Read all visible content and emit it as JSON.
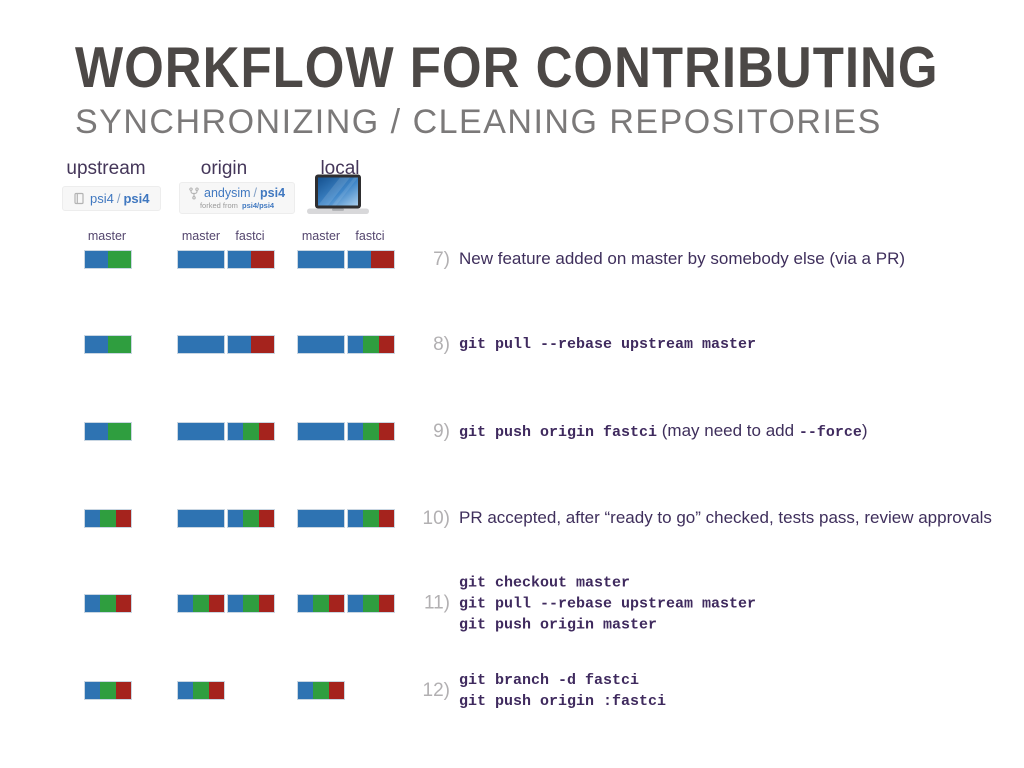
{
  "slide": {
    "title": "WORKFLOW FOR CONTRIBUTING",
    "subtitle": "SYNCHRONIZING / CLEANING REPOSITORIES"
  },
  "columns": [
    {
      "id": "upstream",
      "label": "upstream"
    },
    {
      "id": "origin",
      "label": "origin"
    },
    {
      "id": "local",
      "label": "local"
    }
  ],
  "repo_badges": {
    "upstream": {
      "icon": "repo-icon",
      "owner": "psi4",
      "separator": "/",
      "name": "psi4"
    },
    "origin": {
      "icon": "fork-icon",
      "owner": "andysim",
      "separator": "/",
      "name": "psi4",
      "forked_from_label": "forked from",
      "forked_from_repo": "psi4/psi4"
    },
    "local": {
      "icon": "laptop-icon"
    }
  },
  "branch_labels": [
    {
      "column": "upstream",
      "branch": "master"
    },
    {
      "column": "origin",
      "branch": "master"
    },
    {
      "column": "origin",
      "branch": "fastci"
    },
    {
      "column": "local",
      "branch": "master"
    },
    {
      "column": "local",
      "branch": "fastci"
    }
  ],
  "colors": {
    "blue": "#2e73b2",
    "green": "#2f9e3f",
    "red": "#a5231d",
    "link_blue": "#4078c0",
    "text_purple": "#3f2f5c",
    "step_number_gray": "#b2b0b2",
    "title_gray": "#4c4846",
    "subtitle_gray": "#7b7979"
  },
  "rows": [
    {
      "step": "7)",
      "lines": [
        [
          {
            "text": "New feature added on master by somebody else (via a PR)",
            "mono": false
          }
        ]
      ],
      "bars": [
        [
          "blue",
          "green"
        ],
        [
          "blue"
        ],
        [
          "blue",
          "red"
        ],
        [
          "blue"
        ],
        [
          "blue",
          "red"
        ]
      ]
    },
    {
      "step": "8)",
      "lines": [
        [
          {
            "text": "git pull --rebase upstream master",
            "mono": true
          }
        ]
      ],
      "bars": [
        [
          "blue",
          "green"
        ],
        [
          "blue"
        ],
        [
          "blue",
          "red"
        ],
        [
          "blue"
        ],
        [
          "blue",
          "green",
          "red"
        ]
      ]
    },
    {
      "step": "9)",
      "lines": [
        [
          {
            "text": "git push origin fastci",
            "mono": true
          },
          {
            "text": " (may need to add ",
            "mono": false
          },
          {
            "text": "--force",
            "mono": true
          },
          {
            "text": ")",
            "mono": false
          }
        ]
      ],
      "bars": [
        [
          "blue",
          "green"
        ],
        [
          "blue"
        ],
        [
          "blue",
          "green",
          "red"
        ],
        [
          "blue"
        ],
        [
          "blue",
          "green",
          "red"
        ]
      ]
    },
    {
      "step": "10)",
      "lines": [
        [
          {
            "text": "PR accepted, after “ready to go” checked, tests pass, review approvals",
            "mono": false
          }
        ]
      ],
      "bars": [
        [
          "blue",
          "green",
          "red"
        ],
        [
          "blue"
        ],
        [
          "blue",
          "green",
          "red"
        ],
        [
          "blue"
        ],
        [
          "blue",
          "green",
          "red"
        ]
      ]
    },
    {
      "step": "11)",
      "lines": [
        [
          {
            "text": "git checkout master",
            "mono": true
          }
        ],
        [
          {
            "text": "git pull --rebase upstream master",
            "mono": true
          }
        ],
        [
          {
            "text": "git push origin master",
            "mono": true
          }
        ]
      ],
      "bars": [
        [
          "blue",
          "green",
          "red"
        ],
        [
          "blue",
          "green",
          "red"
        ],
        [
          "blue",
          "green",
          "red"
        ],
        [
          "blue",
          "green",
          "red"
        ],
        [
          "blue",
          "green",
          "red"
        ]
      ]
    },
    {
      "step": "12)",
      "lines": [
        [
          {
            "text": "git branch -d fastci",
            "mono": true
          }
        ],
        [
          {
            "text": "git push origin :fastci",
            "mono": true
          }
        ]
      ],
      "bars": [
        [
          "blue",
          "green",
          "red"
        ],
        [
          "blue",
          "green",
          "red"
        ],
        null,
        [
          "blue",
          "green",
          "red"
        ],
        null
      ]
    }
  ]
}
